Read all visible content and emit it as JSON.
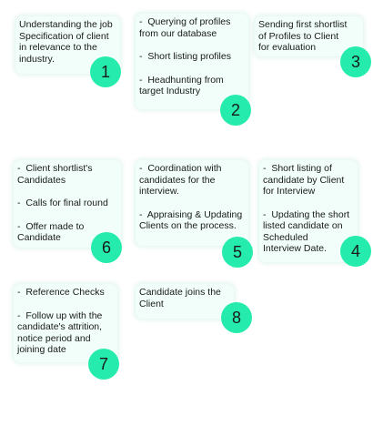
{
  "steps": [
    {
      "number": "1",
      "lines": [
        "Understanding the job",
        "Specification of client",
        "in relevance to the",
        "industry."
      ]
    },
    {
      "number": "2",
      "lines": [
        "-  Querying of profiles",
        "from our database",
        "",
        "-  Short listing profiles",
        "",
        "-  Headhunting from",
        "target Industry"
      ]
    },
    {
      "number": "3",
      "lines": [
        "Sending first shortlist",
        "of Profiles to Client",
        "for evaluation"
      ]
    },
    {
      "number": "4",
      "lines": [
        "-  Short listing of",
        "candidate by Client",
        "for Interview",
        "",
        "-  Updating the short",
        "listed candidate on",
        "Scheduled",
        "Interview Date."
      ]
    },
    {
      "number": "5",
      "lines": [
        "-  Coordination with",
        "candidates for the",
        "interview.",
        "",
        "-  Appraising & Updating",
        "Clients on the process."
      ]
    },
    {
      "number": "6",
      "lines": [
        "-  Client shortlist's",
        "Candidates",
        "",
        "-  Calls for final round",
        "",
        "-  Offer made to",
        "Candidate"
      ]
    },
    {
      "number": "7",
      "lines": [
        "-  Reference Checks",
        "",
        "-  Follow up with the",
        "candidate's attrition,",
        "notice period and",
        "joining date"
      ]
    },
    {
      "number": "8",
      "lines": [
        "Candidate joins the",
        "Client"
      ]
    }
  ],
  "colors": {
    "card_background": "#f1fefa",
    "badge": "#25ecac",
    "text": "#1a1a1a"
  }
}
